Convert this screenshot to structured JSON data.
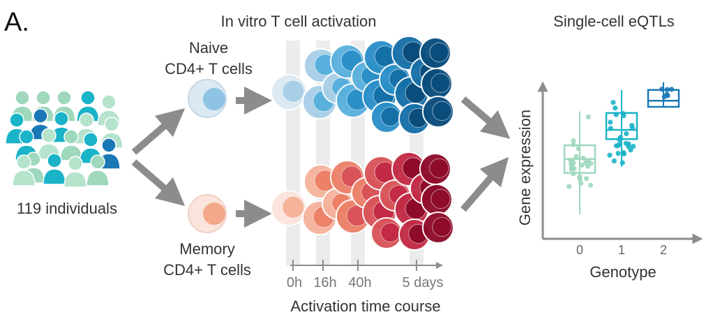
{
  "panel_label": "A.",
  "titles": {
    "activation": "In vitro T cell activation",
    "eqtl": "Single-cell eQTLs"
  },
  "population": {
    "label": "119 individuals"
  },
  "cell_types": {
    "naive": {
      "line1": "Naive",
      "line2": "CD4+ T cells"
    },
    "memory": {
      "line1": "Memory",
      "line2": "CD4+ T cells"
    }
  },
  "timeline": {
    "ticks": [
      "0h",
      "16h",
      "40h",
      "5 days"
    ],
    "axis_label": "Activation time course"
  },
  "eqtl_plot": {
    "ylabel": "Gene expression",
    "xlabel": "Genotype",
    "categories": [
      "0",
      "1",
      "2"
    ]
  },
  "colors": {
    "naive_gradient": [
      "#dbe9f3",
      "#a9cfe7",
      "#5ab0dd",
      "#2b8fc8",
      "#1670a8",
      "#0a4d7c"
    ],
    "memory_gradient": [
      "#fbe4dc",
      "#f6b39c",
      "#ec8168",
      "#d85458",
      "#c22a45",
      "#8e0b2a"
    ],
    "genotype_0": "#9fd8bd",
    "genotype_1": "#1ab3c8",
    "genotype_2": "#1a78b6",
    "arrow": "#8c8c8c",
    "text": "#333333"
  },
  "chart_data": {
    "type": "boxplot",
    "xlabel": "Genotype",
    "ylabel": "Gene expression",
    "categories": [
      "0",
      "1",
      "2"
    ],
    "boxes": [
      {
        "category": "0",
        "q1": 3.2,
        "median": 4.1,
        "q3": 5.0,
        "whisker_low": 0.5,
        "whisker_high": 7.2
      },
      {
        "category": "1",
        "q1": 5.4,
        "median": 6.0,
        "q3": 7.1,
        "whisker_low": 3.6,
        "whisker_high": 8.6
      },
      {
        "category": "2",
        "q1": 7.5,
        "median": 7.9,
        "q3": 8.6,
        "whisker_low": 7.5,
        "whisker_high": 9.1
      }
    ]
  }
}
